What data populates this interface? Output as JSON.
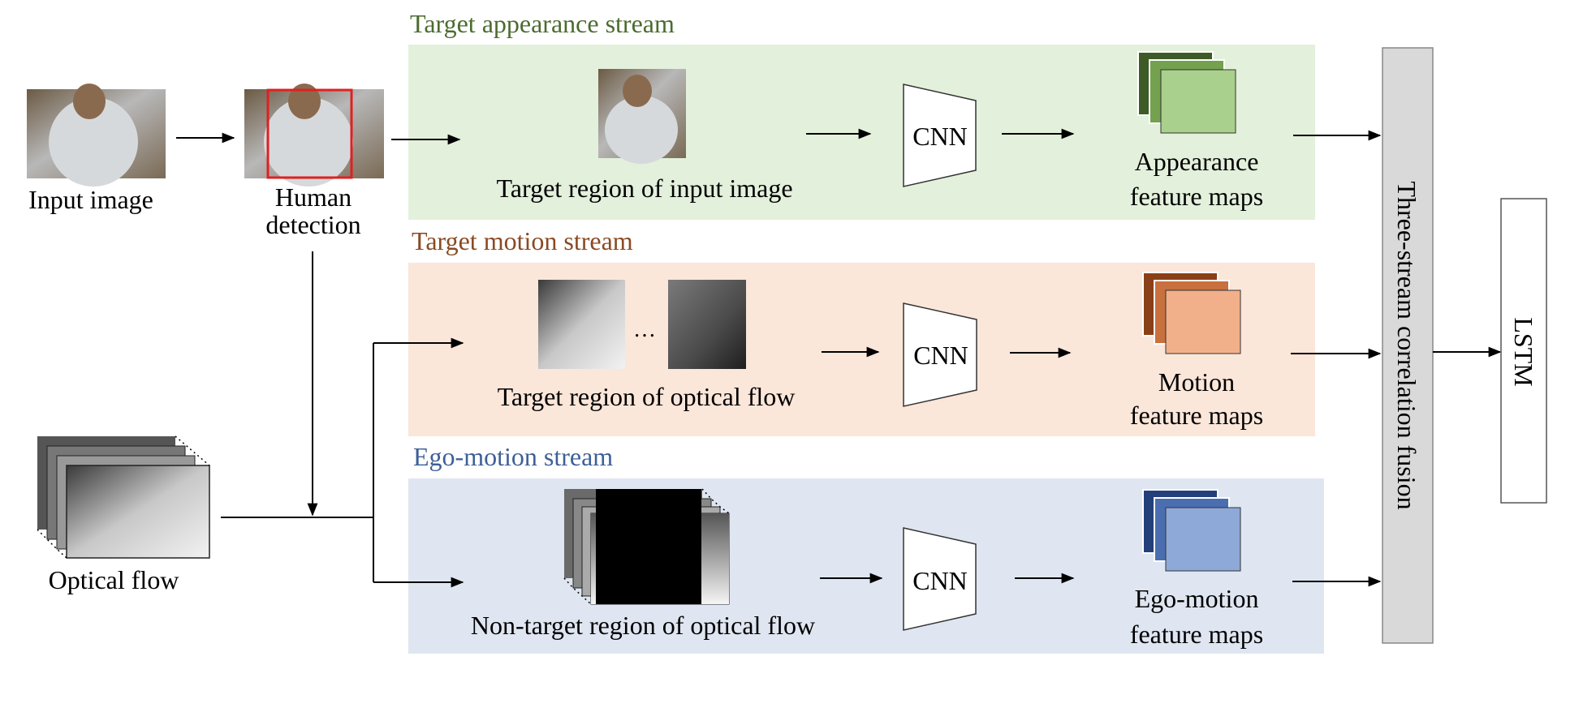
{
  "streams": {
    "appearance": {
      "title": "Target appearance stream",
      "title_color": "#4b6b2f",
      "bg": "#e3f0dc"
    },
    "motion": {
      "title": "Target motion stream",
      "title_color": "#8a4a22",
      "bg": "#fbe6da"
    },
    "ego": {
      "title": "Ego-motion stream",
      "title_color": "#3e5f98",
      "bg": "#dfe6f1"
    }
  },
  "inputs": {
    "input_image": "Input image",
    "human_detection_line1": "Human",
    "human_detection_line2": "detection",
    "optical_flow": "Optical flow",
    "ellipsis": "…"
  },
  "regions": {
    "appearance": "Target region of input image",
    "motion": "Target region of optical flow",
    "ego": "Non-target region of optical flow"
  },
  "cnn_label": "CNN",
  "features": {
    "appearance": {
      "line1": "Appearance",
      "line2": "feature maps",
      "colors": [
        "#3e5a26",
        "#73a14e",
        "#a9d08c"
      ]
    },
    "motion": {
      "line1": "Motion",
      "line2": "feature maps",
      "colors": [
        "#8b3f16",
        "#c8703e",
        "#f2b08a"
      ]
    },
    "ego": {
      "line1": "Ego-motion",
      "line2": "feature maps",
      "colors": [
        "#24407a",
        "#4a6eb0",
        "#8ea9d8"
      ]
    }
  },
  "fusion": {
    "label": "Three-stream correlation fusion",
    "bg": "#d9d9d9"
  },
  "lstm": {
    "label": "LSTM"
  },
  "detection_box_color": "#e02020"
}
